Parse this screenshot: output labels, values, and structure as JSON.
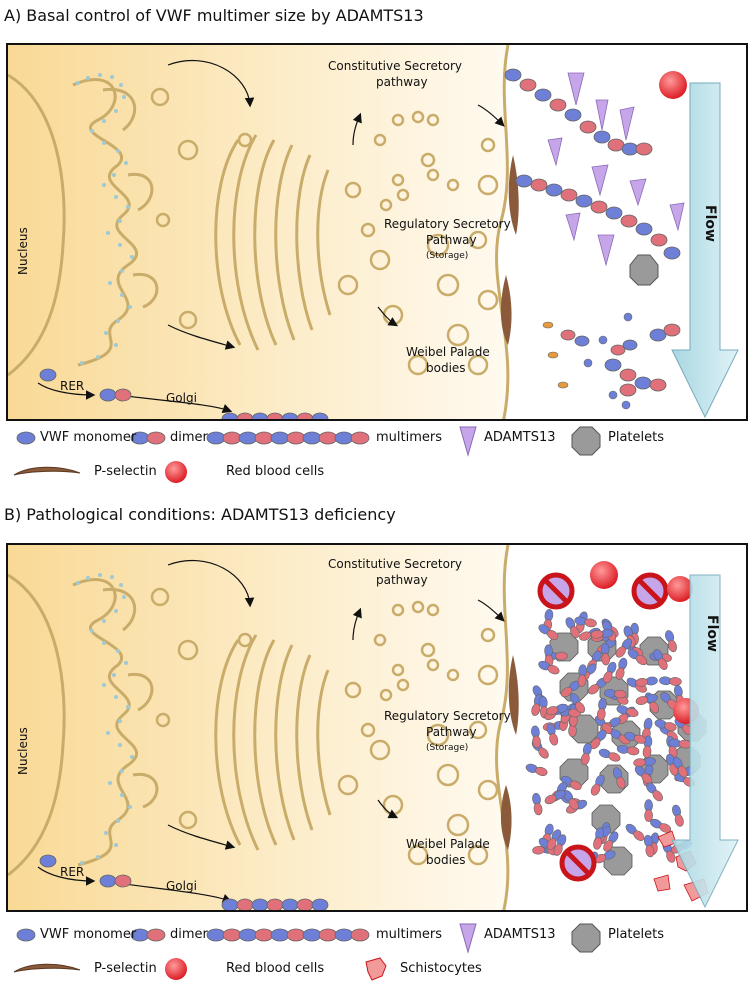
{
  "panel_a": {
    "title": "A) Basal control of VWF multimer size by ADAMTS13",
    "labels": {
      "nucleus": "Nucleus",
      "constitutive_line1": "Constitutive Secretory",
      "constitutive_line2": "pathway",
      "regulatory_line1": "Regulatory Secretory",
      "regulatory_line2": "Pathway",
      "storage": "(Storage)",
      "weibel_line1": "Weibel Palade",
      "weibel_line2": "bodies",
      "rer": "RER",
      "golgi": "Golgi",
      "flow": "Flow"
    }
  },
  "panel_b": {
    "title": "B) Pathological conditions: ADAMTS13 deficiency",
    "labels": {
      "nucleus": "Nucleus",
      "constitutive_line1": "Constitutive Secretory",
      "constitutive_line2": "pathway",
      "regulatory_line1": "Regulatory Secretory",
      "regulatory_line2": "Pathway",
      "storage": "(Storage)",
      "weibel_line1": "Weibel Palade",
      "weibel_line2": "bodies",
      "rer": "RER",
      "golgi": "Golgi",
      "flow": "Flow"
    }
  },
  "legend_a": {
    "vwf_monomer": "VWF monomer",
    "dimer": "dimer",
    "multimers": "multimers",
    "adamts13": "ADAMTS13",
    "platelets": "Platelets",
    "p_selectin": "P-selectin",
    "red_blood_cells": "Red blood cells"
  },
  "legend_b": {
    "vwf_monomer": "VWF monomer",
    "dimer": "dimer",
    "multimers": "multimers",
    "adamts13": "ADAMTS13",
    "platelets": "Platelets",
    "p_selectin": "P-selectin",
    "red_blood_cells": "Red blood cells",
    "schistocytes": "Schistocytes"
  },
  "colors": {
    "cytoplasm": "#fbe2a8",
    "membrane": "#c9ac6a",
    "vwf_blue": "#6d7fd6",
    "vwf_red": "#e0707a",
    "adamts13": "#c6a6e8",
    "platelet": "#9a9a9a",
    "rbc": "#e8323a",
    "p_selectin": "#8a5a3a",
    "flow_arrow": "#bfe4ec"
  }
}
